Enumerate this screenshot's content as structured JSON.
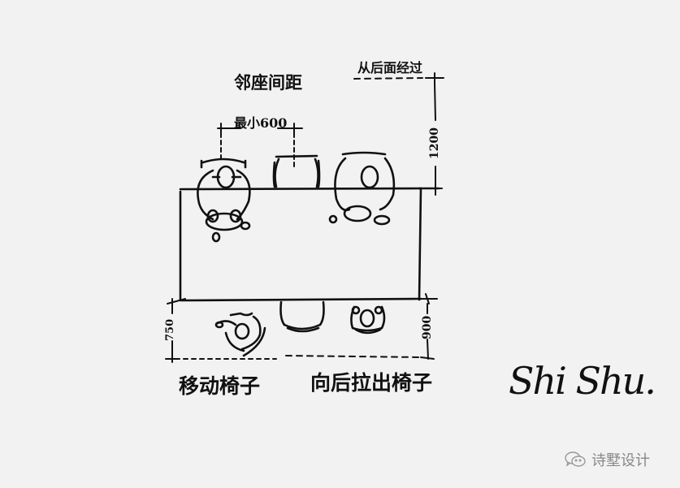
{
  "diagram": {
    "labels": {
      "adjacent_spacing": "邻座间距",
      "min_600": "最小600",
      "pass_behind": "从后面经过",
      "dim_1200": "1200",
      "dim_750": "750",
      "dim_900": "900",
      "move_chair": "移动椅子",
      "pull_back_chair": "向后拉出椅子"
    },
    "signature": "Shi Shu.",
    "watermark": {
      "icon": "wechat-icon",
      "text": "诗墅设计"
    },
    "colors": {
      "background": "#f1f2f1",
      "ink": "#111111",
      "watermark": "#888888"
    }
  }
}
